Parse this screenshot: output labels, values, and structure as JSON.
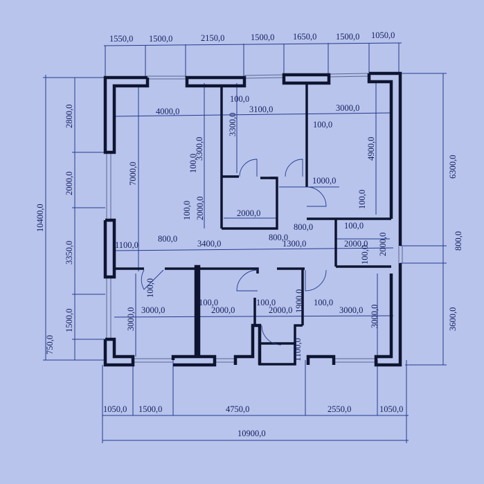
{
  "dimensions": {
    "top": [
      "1550,0",
      "1500,0",
      "2150,0",
      "1500,0",
      "1650,0",
      "1500,0",
      "1050,0"
    ],
    "bottom": [
      "1050,0",
      "1500,0",
      "4750,0",
      "2550,0",
      "1050,0"
    ],
    "bottom_total": "10900,0",
    "left": [
      "2800,0",
      "2000,0",
      "3350,0",
      "1500,0",
      "750,0"
    ],
    "left_total": "10400,0",
    "right": [
      "6300,0",
      "800,0",
      "3600,0"
    ],
    "upper_rooms": [
      "4000,0",
      "100,0",
      "3100,0",
      "3000,0",
      "100,0",
      "3300,0",
      "3300,0",
      "4900,0",
      "7000,0",
      "100,0",
      "2000,0",
      "100,0",
      "1000,0",
      "2000,0",
      "100,0"
    ],
    "corridor": [
      "800,0",
      "100,0",
      "2000,0",
      "2000,0",
      "100,0",
      "1100,0",
      "800,0",
      "3400,0",
      "800,0",
      "1300,0"
    ],
    "lower_rooms": [
      "100,0",
      "3000,0",
      "3000,0",
      "100,0",
      "2000,0",
      "100,0",
      "2000,0",
      "1900,0",
      "100,0",
      "3000,0",
      "3000,0",
      "1100,0"
    ]
  },
  "colors": {
    "paper": "#b8c4ec",
    "ink": "#15205e",
    "wall": "#0e1530"
  }
}
